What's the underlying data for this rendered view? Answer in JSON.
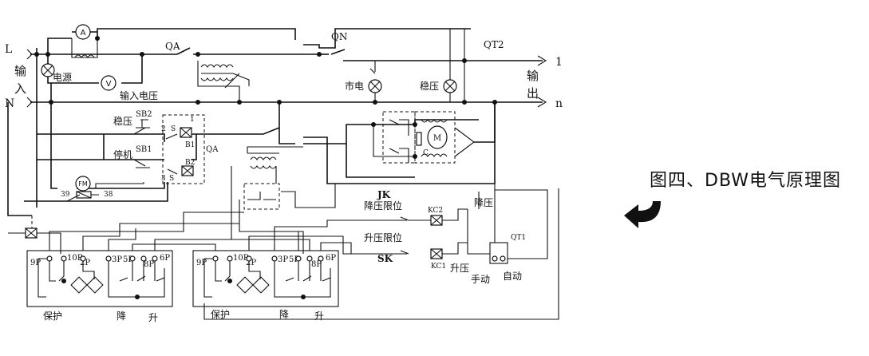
{
  "caption": "图四、DBW电气原理图",
  "terminals": {
    "live": "L",
    "neutral": "N",
    "out_1": "1",
    "out_n": "n"
  },
  "labels": {
    "input": "输\n入",
    "output": "输\n出",
    "ammeter": "A",
    "voltmeter": "V",
    "power": "电源",
    "input_voltage": "输入电压",
    "qa": "QA",
    "qn": "QN",
    "qt2": "QT2",
    "mains": "市电",
    "stabilized": "稳压",
    "sb2_name": "稳压",
    "sb2": "SB2",
    "sb1_name": "停机",
    "sb1": "SB1",
    "b1": "B1",
    "b2": "B2",
    "qa_coil": "QA",
    "s_label": "S",
    "n2": "2",
    "n3": "3",
    "n1": "1",
    "fm": "FM",
    "n39": "39",
    "n38": "38",
    "motor": "M",
    "c_label": "C",
    "jk": "JK",
    "down_limit": "降压限位",
    "kc2": "KC2",
    "down_press": "降压",
    "up_limit": "升压限位",
    "sk": "SK",
    "kc1": "KC1",
    "up_press": "升压",
    "manual": "手动",
    "auto": "自动",
    "qt1": "QT1"
  },
  "relay_boards": [
    {
      "pins": [
        "9P",
        "10P",
        "2P",
        "3P",
        "5P",
        "8P",
        "6P"
      ],
      "names": {
        "protect": "保护",
        "down": "降",
        "up": "升"
      }
    },
    {
      "pins": [
        "9P",
        "10P",
        "2P",
        "3P",
        "5P",
        "8P",
        "6P"
      ],
      "names": {
        "protect": "保护",
        "down": "降",
        "up": "升"
      }
    }
  ]
}
